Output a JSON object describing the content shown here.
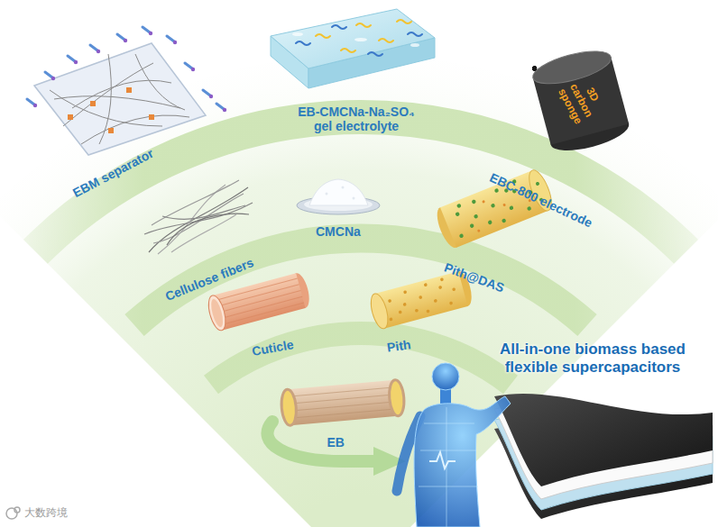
{
  "diagram": {
    "nodes": [
      {
        "text": [
          "3D carbon sponge"
        ]
      }
    ],
    "labels": [
      "EBM separator",
      "EB-CMCNa-Na₂SO₄ gel electrolyte",
      "EBC-800 electrode",
      "Cellulose fibers",
      "CMCNa",
      "Pith@DAS",
      "Cuticle",
      "Pith",
      "EB",
      "All-in-one biomass based flexible supercapacitors",
      "大数跨境"
    ]
  }
}
